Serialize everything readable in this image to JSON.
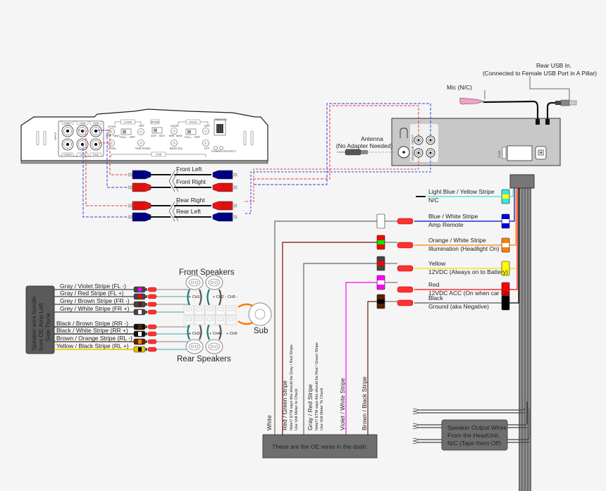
{
  "diagram": {
    "head_unit": {
      "rear_usb_label_line1": "Rear USB In.",
      "rear_usb_label_line2": "(Connected to Female USB Port in A Pillar)",
      "mic_label": "Mic (N/C)",
      "antenna_label_line1": "Antenna",
      "antenna_label_line2": "(No Adapter Needed)",
      "rca_front_label": "FRONT",
      "rca_rear_label": "REAR/SUB",
      "fuse_label": "FUSE"
    },
    "amplifier": {
      "input_label": "INPUT",
      "port_labels_top": [
        "CH5/7",
        "CH4",
        "CH2"
      ],
      "port_labels_bottom": [
        "CH5/2",
        "CH3",
        "CH1"
      ],
      "section_ch34": "CH3/4",
      "section_mode": "MODE",
      "section_ch12": "CH1/2",
      "section_ch5": "CH5",
      "remote_label": "REMOTE",
      "level": "LEVEL",
      "hpf": "HPF",
      "lpf": "LPF",
      "min": "MIN",
      "max": "MAX",
      "full": "FULL",
      "mode_4ch": "4CH",
      "mode_5ch": "5CH",
      "subsonic": "SUB SONIC",
      "bass_eq": "BASS EQ",
      "power_protect": "POWER PROTECT"
    },
    "rca_cables": [
      {
        "label": "Front Left",
        "color": "#00008b"
      },
      {
        "label": "Front Right",
        "color": "#ee1111"
      },
      {
        "label": "Rear Right",
        "color": "#ee1111"
      },
      {
        "label": "Rear Left",
        "color": "#00008b"
      }
    ],
    "harness_wires": [
      {
        "name": "Light Blue / Yellow Stripe",
        "function": "N/C",
        "color": "#33e6e6",
        "stripe": "#ffff00"
      },
      {
        "name": "Blue / White Stripe",
        "function": "Amp Remote",
        "color": "#0000dd",
        "stripe": "#ffffff"
      },
      {
        "name": "Orange / White Stripe",
        "function": "Illumination (Headlight On)",
        "color": "#ff8000",
        "stripe": "#ffffff"
      },
      {
        "name": "Yellow",
        "function": "12VDC (Always on to Battery)",
        "color": "#ffff00",
        "stripe": ""
      },
      {
        "name": "Red",
        "function": "12VDC ACC (On when car On",
        "color": "#ff0000",
        "stripe": ""
      },
      {
        "name": "Black",
        "function": "Ground (aka Negative)",
        "color": "#000000",
        "stripe": ""
      }
    ],
    "oe_connectors": [
      {
        "wire": "White",
        "base": "#ffffff",
        "stripe": "#ffffff"
      },
      {
        "wire": "Red / Green Stripe",
        "base": "#ff0000",
        "stripe": "#00ee00"
      },
      {
        "wire": "Gray / Red Stripe",
        "base": "#444444",
        "stripe": "#ff0000"
      },
      {
        "wire": "Violet / White Stripe",
        "base": "#ff00ff",
        "stripe": "#ffffff"
      },
      {
        "wire": "Brown / Black Stripe",
        "base": "#5a2200",
        "stripe": "#000000"
      }
    ],
    "oe_dash": {
      "box_label": "These are the OE wires in the dash.",
      "wires": [
        {
          "label": "White",
          "note": ""
        },
        {
          "label": "Red / Green Stripe",
          "note_line1": "Note!!! ETM says this should be  Gray / Red Stripe.",
          "note_line2": "Use Volt Meter to Check"
        },
        {
          "label": "Gray / Red Stripe",
          "note_line1": "Note!!! ETM says this should be Red / Green Stripe",
          "note_line2": "Use Volt Meter To Check"
        },
        {
          "label": "Violet / White Stripe",
          "note": ""
        },
        {
          "label": "Brown / Black Stripe",
          "note": ""
        }
      ]
    },
    "speaker_output_box": {
      "line1": "Speaker Output Wires",
      "line2": "From the HeadUnit.",
      "line3": "N/C (Tape them Off)"
    },
    "speaker_bundle": {
      "box_line1": "Speaker wire bundle",
      "box_line2": "from OE Amp Left",
      "box_line3": "Side Trunk",
      "wires": [
        {
          "label": "Gray / Violet Stripe (FL -)",
          "base": "#444444",
          "stripe": "#ff00ff",
          "line": "#444444"
        },
        {
          "label": "Gray / Red Stripe (FL +)",
          "base": "#444444",
          "stripe": "#ff0000",
          "line": "#444444"
        },
        {
          "label": "Grey / Brown Stripe (FR -)",
          "base": "#444444",
          "stripe": "#5a2200",
          "line": "#444444"
        },
        {
          "label": "Grey / White Stripe (FR +)",
          "base": "#444444",
          "stripe": "#ffffff",
          "line": "#444444"
        },
        {
          "label": "Black / Brown Stripe (RR -)",
          "base": "#111111",
          "stripe": "#5a2200",
          "line": "#111111"
        },
        {
          "label": "Black / White Stripe (RR +)",
          "base": "#111111",
          "stripe": "#ffffff",
          "line": "#111111"
        },
        {
          "label": "Brown / Orange Stripe (RL -)",
          "base": "#5a2200",
          "stripe": "#ff8000",
          "line": "#5a2200"
        },
        {
          "label": "Yellow / Black Stripe (RL +)",
          "base": "#e6c200",
          "stripe": "#000000",
          "line": "#f0d020"
        }
      ]
    },
    "speakers": {
      "front_title": "Front Speakers",
      "rear_title": "Rear Speakers",
      "sub_label": "Sub",
      "ch1": "+ CH1 -",
      "ch2": "+ CH2 -",
      "ch5_top": "CH5 -",
      "ch3": "+ CH3 -",
      "ch4": "+ CH4 -",
      "ch5_bottom": "+ CH5"
    }
  }
}
